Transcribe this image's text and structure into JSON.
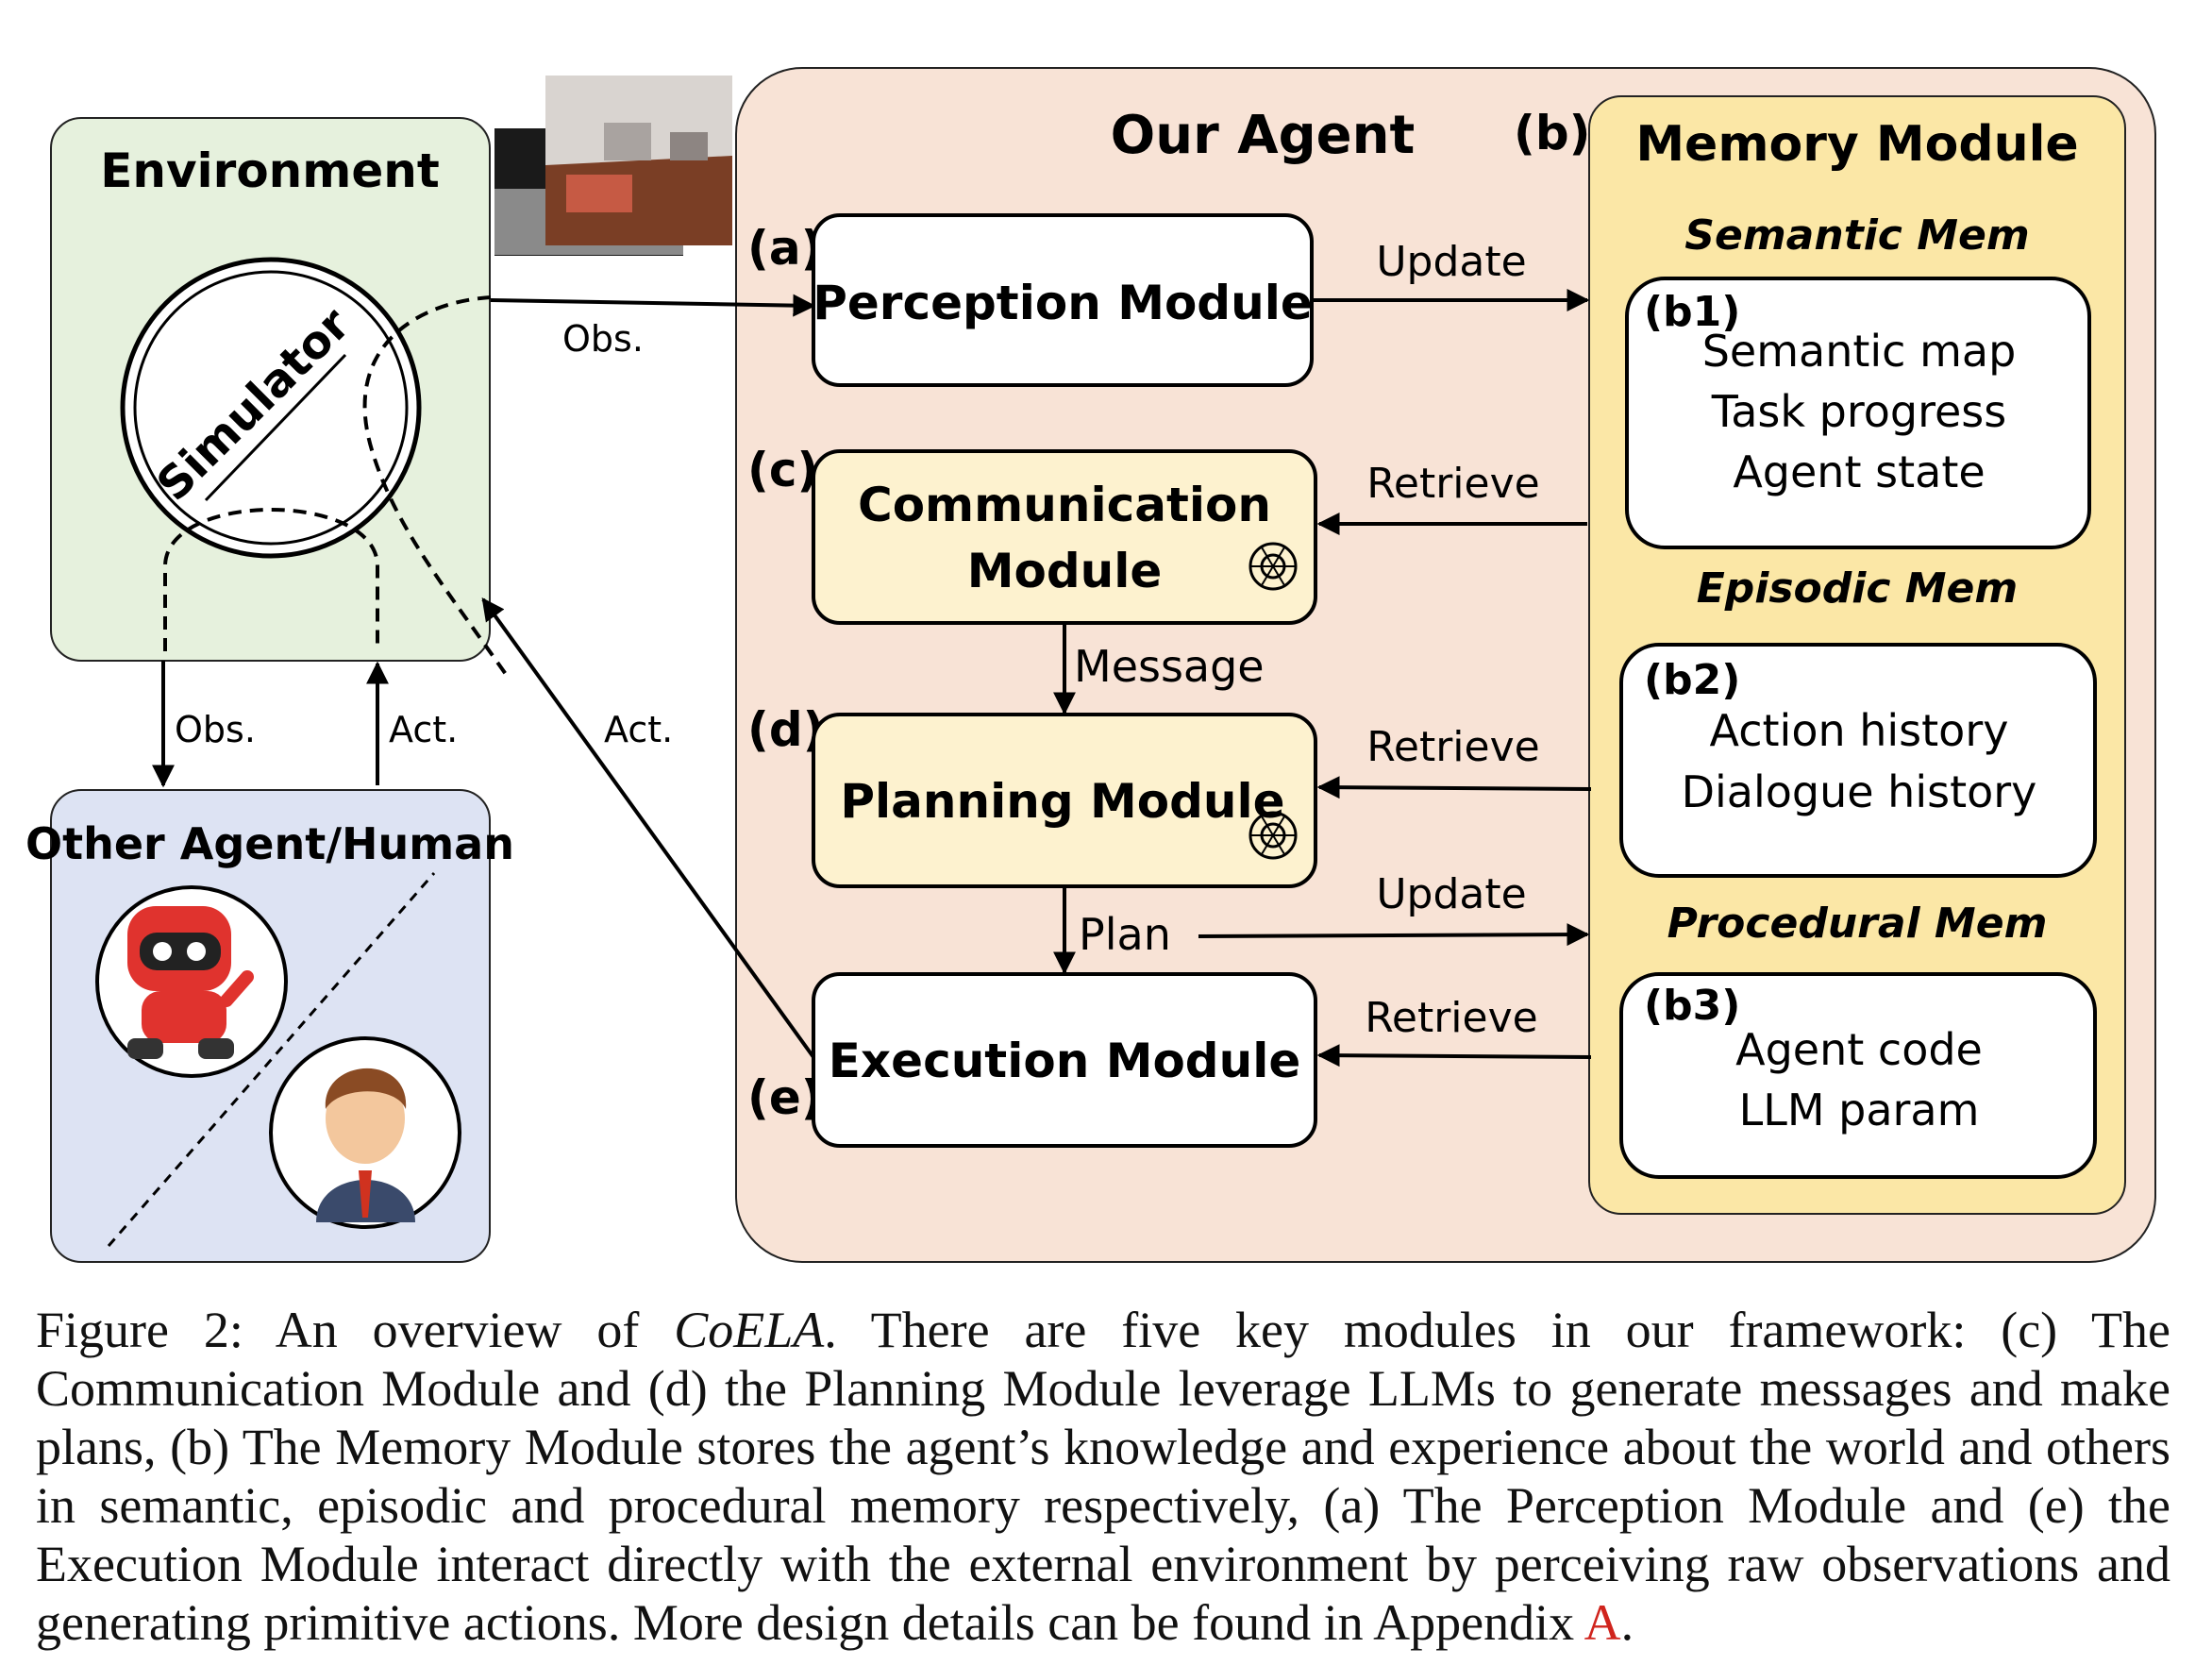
{
  "environment": {
    "title": "Environment",
    "simulator": "Simulator",
    "obs_label": "Obs.",
    "act_label": "Act."
  },
  "other_agent": {
    "title": "Other Agent/Human"
  },
  "agent": {
    "title": "Our Agent",
    "act_label": "Act."
  },
  "modules": {
    "perception": {
      "tag": "(a)",
      "label": "Perception Module"
    },
    "communication": {
      "tag": "(c)",
      "line1": "Communication",
      "line2": "Module"
    },
    "planning": {
      "tag": "(d)",
      "label": "Planning Module"
    },
    "execution": {
      "tag": "(e)",
      "label": "Execution Module"
    }
  },
  "flows": {
    "message": "Message",
    "plan": "Plan",
    "update1": "Update",
    "retrieve1": "Retrieve",
    "retrieve2": "Retrieve",
    "update2": "Update",
    "retrieve3": "Retrieve"
  },
  "memory": {
    "tag": "(b)",
    "title": "Memory Module",
    "semantic": {
      "heading": "Semantic Mem",
      "tag": "(b1)",
      "items": [
        "Semantic map",
        "Task progress",
        "Agent state"
      ]
    },
    "episodic": {
      "heading": "Episodic Mem",
      "tag": "(b2)",
      "items": [
        "Action history",
        "Dialogue history"
      ]
    },
    "procedural": {
      "heading": "Procedural Mem",
      "tag": "(b3)",
      "items": [
        "Agent code",
        "LLM param"
      ]
    }
  },
  "caption": {
    "prefix": "Figure 2: An overview of ",
    "name": "CoELA",
    "body": ". There are five key modules in our framework: (c) The Communication Module and (d) the Planning Module leverage LLMs to generate messages and make plans, (b) The Memory Module stores the agent’s knowledge and experience about the world and others in semantic, episodic and procedural memory respectively, (a) The Perception Module and (e) the Execution Module interact directly with the external environment by perceiving raw observations and generating primitive actions. More design details can be found in Appendix ",
    "ref": "A",
    "suffix": "."
  },
  "colors": {
    "environment_fill": "#e6f1dd",
    "other_agent_fill": "#dde3f3",
    "agent_fill": "#f8e3d6",
    "memory_fill": "#fbe7a6",
    "llm_module_fill": "#fdf2cf"
  }
}
